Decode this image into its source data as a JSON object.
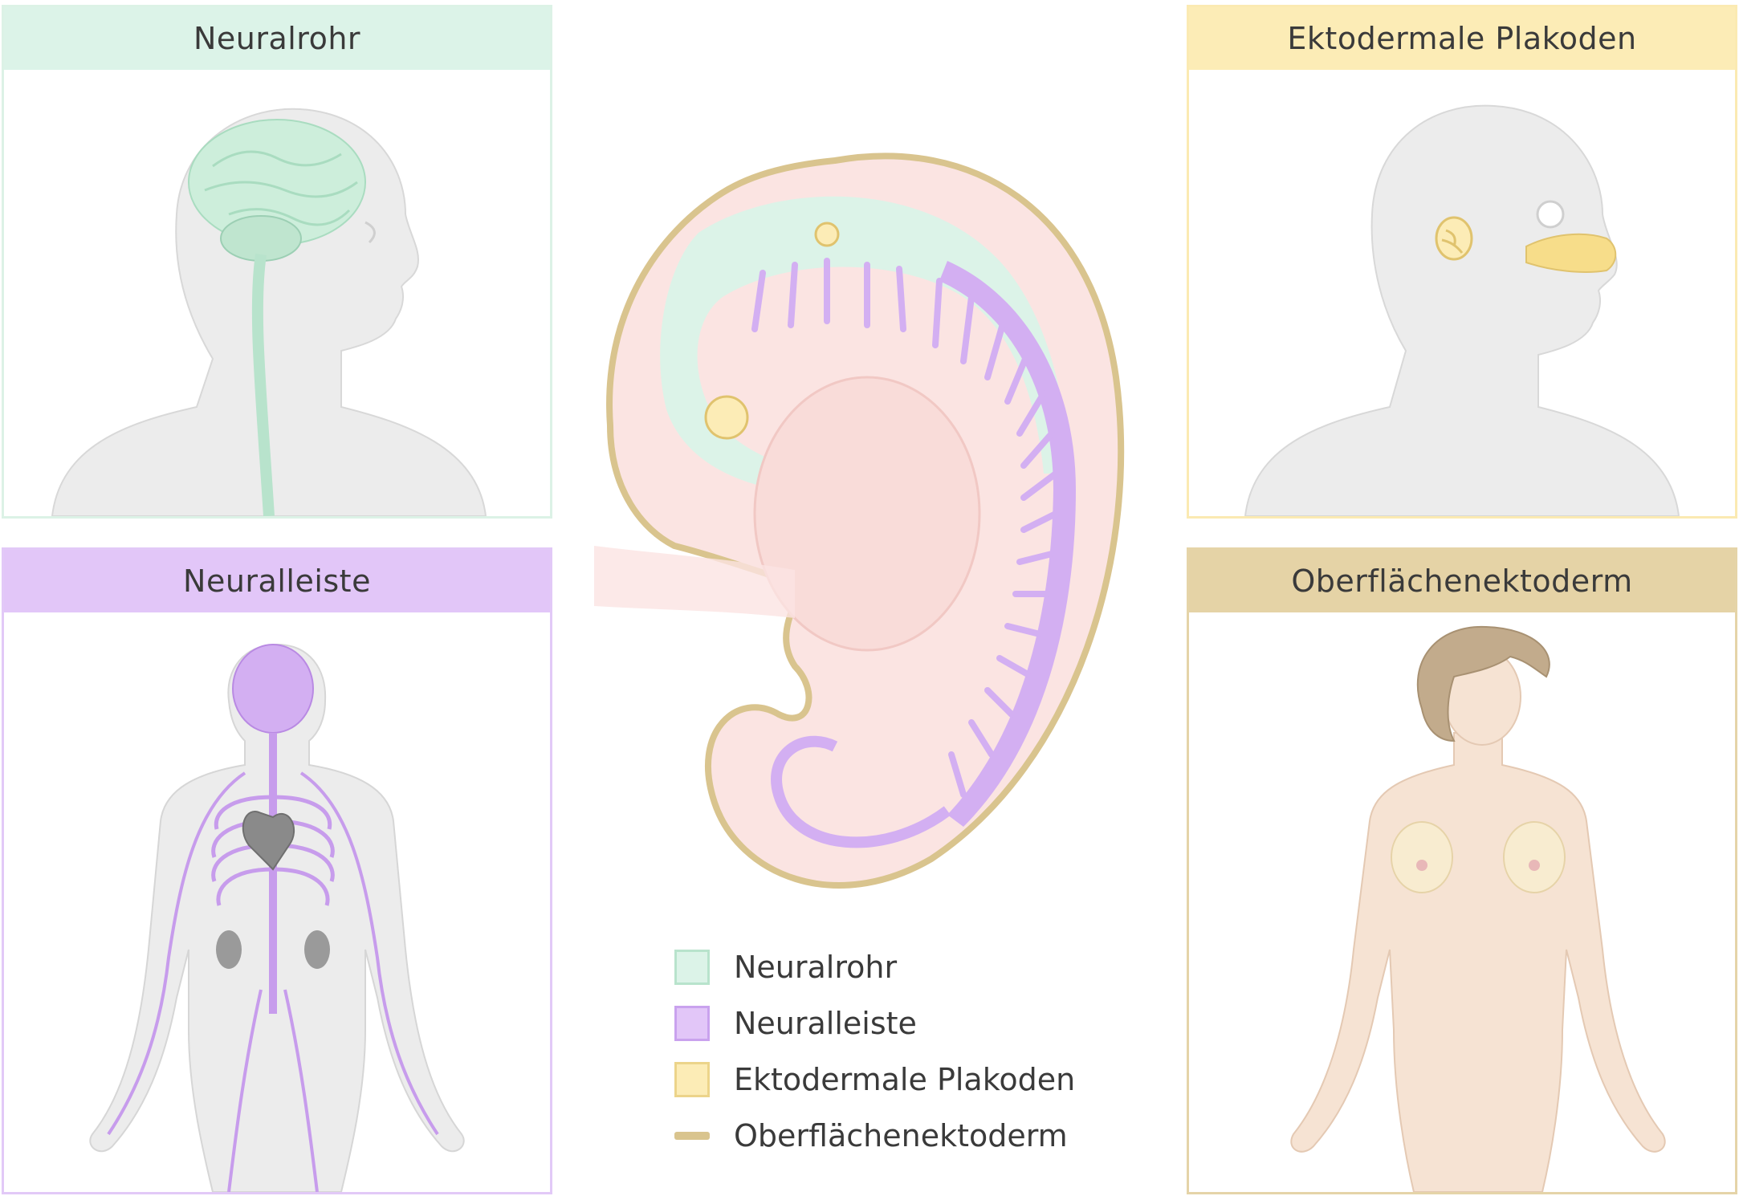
{
  "panels": {
    "neuralrohr": {
      "title": "Neuralrohr"
    },
    "neuralleiste": {
      "title": "Neuralleiste"
    },
    "plakoden": {
      "title": "Ektodermale Plakoden"
    },
    "oberflaeche": {
      "title": "Oberflächenektoderm"
    }
  },
  "legend": {
    "items": [
      {
        "label": "Neuralrohr",
        "color": "#dcf3e8",
        "border": "#b8e3cc"
      },
      {
        "label": "Neuralleiste",
        "color": "#e2c6f8",
        "border": "#c9a2ee"
      },
      {
        "label": "Ektodermale Plakoden",
        "color": "#fcecb6",
        "border": "#ecd48a"
      },
      {
        "label": "Oberflächenektoderm",
        "color": "#d9c48e",
        "border": "#d9c48e"
      }
    ]
  },
  "colors": {
    "neural_tube": "#dcf3e8",
    "neural_crest": "#d3aff2",
    "placodes": "#fcecb6",
    "surface_ectoderm": "#d9c48e",
    "body_gray": "#ececec",
    "skin": "#f6e3d3",
    "embryo_pink": "#fbe4e2"
  }
}
